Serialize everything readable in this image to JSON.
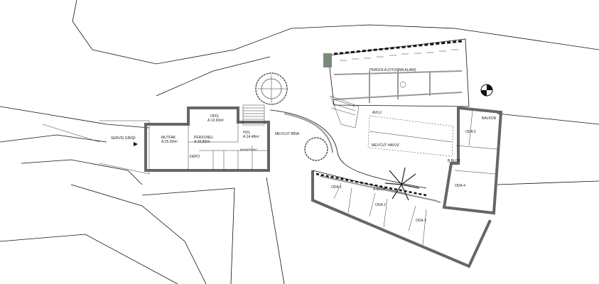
{
  "labels": {
    "service_entrance": "SERVİS GİRİŞİ",
    "kitchen": "MUTFAK",
    "kitchen_area": "A:25.30m²",
    "office": "OFİS",
    "office_area": "A:12.60m²",
    "staff": "PERSONEL",
    "staff_area": "A:15.80m²",
    "storage": "DEPO",
    "hall": "HOL",
    "hall_area": "A:14.48m²",
    "guest_wc": "MİSAFİR WC",
    "existing_building": "MEVCUT BİNA",
    "pergola": "PERGOLA (OTURMA ALANI)",
    "courtyard": "AVLU",
    "pool": "MEVCUT HAVUZ",
    "balcony": "BALKON",
    "room5": "ODA 5",
    "room4": "ODA 4",
    "room1": "ODA 1",
    "room2": "ODA 2",
    "room3": "ODA 3",
    "a_block": "A BLOK",
    "b_block": "B BLOK"
  },
  "colors": {
    "wall": "#666666",
    "line": "#111111",
    "tree": "#555555"
  },
  "icons": [
    "north-arrow-icon",
    "tree-icon",
    "palm-tree-icon",
    "fountain-icon",
    "level-marker-icon"
  ]
}
